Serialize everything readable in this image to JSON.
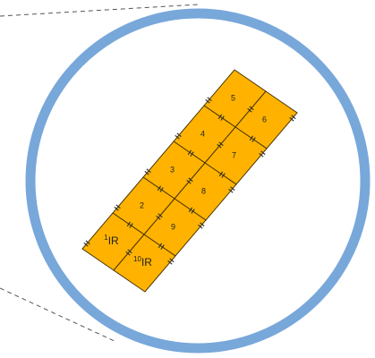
{
  "diagram": {
    "colors": {
      "panel_fill": "#FFB300",
      "panel_stroke": "#4a3500",
      "ring": "#78A7DA",
      "leader_line": "#555555",
      "connector": "#333333"
    },
    "panels": [
      {
        "label": "5"
      },
      {
        "label": "6"
      },
      {
        "label": "4"
      },
      {
        "label": "7"
      },
      {
        "label": "3"
      },
      {
        "label": "8"
      },
      {
        "label": "2"
      },
      {
        "label": "9"
      },
      {
        "label": "1IR",
        "superscript": "1",
        "main": "IR"
      },
      {
        "label": "10IR",
        "superscript": "10",
        "main": "IR"
      }
    ]
  }
}
